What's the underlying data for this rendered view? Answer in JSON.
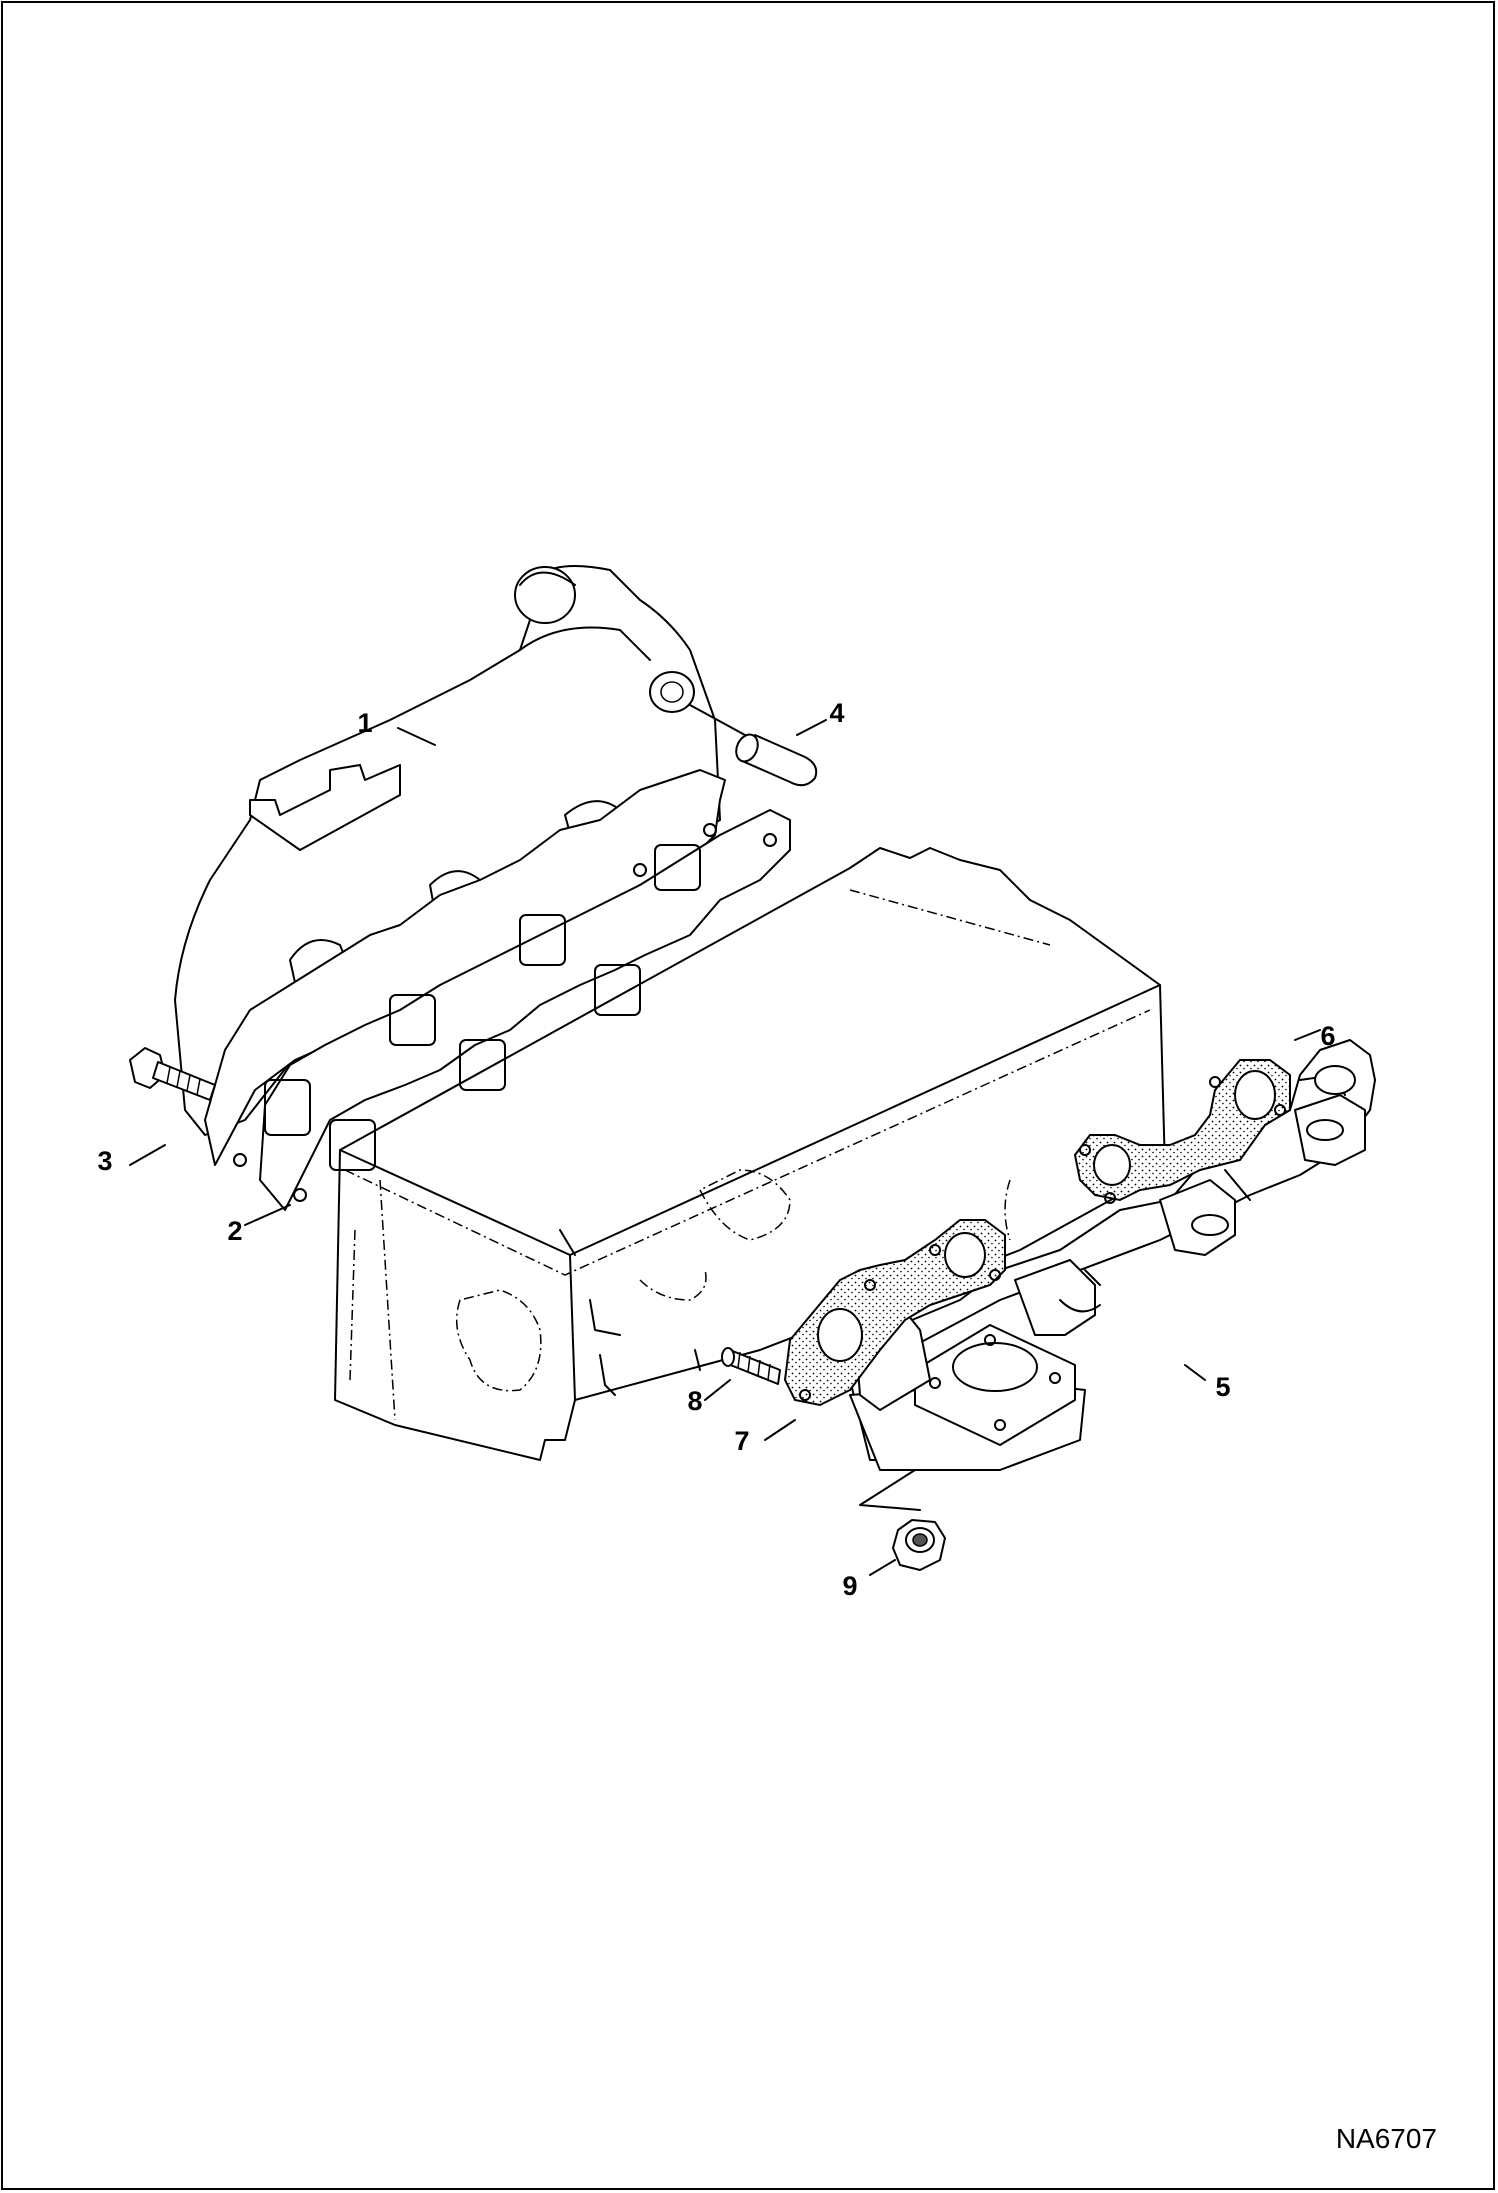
{
  "callouts": {
    "c1": "1",
    "c2": "2",
    "c3": "3",
    "c4": "4",
    "c5": "5",
    "c6": "6",
    "c7": "7",
    "c8": "8",
    "c9": "9"
  },
  "figure_id": "NA6707",
  "colors": {
    "line": "#000000",
    "background": "#ffffff",
    "gasket_fill": "#bfbfbf"
  }
}
